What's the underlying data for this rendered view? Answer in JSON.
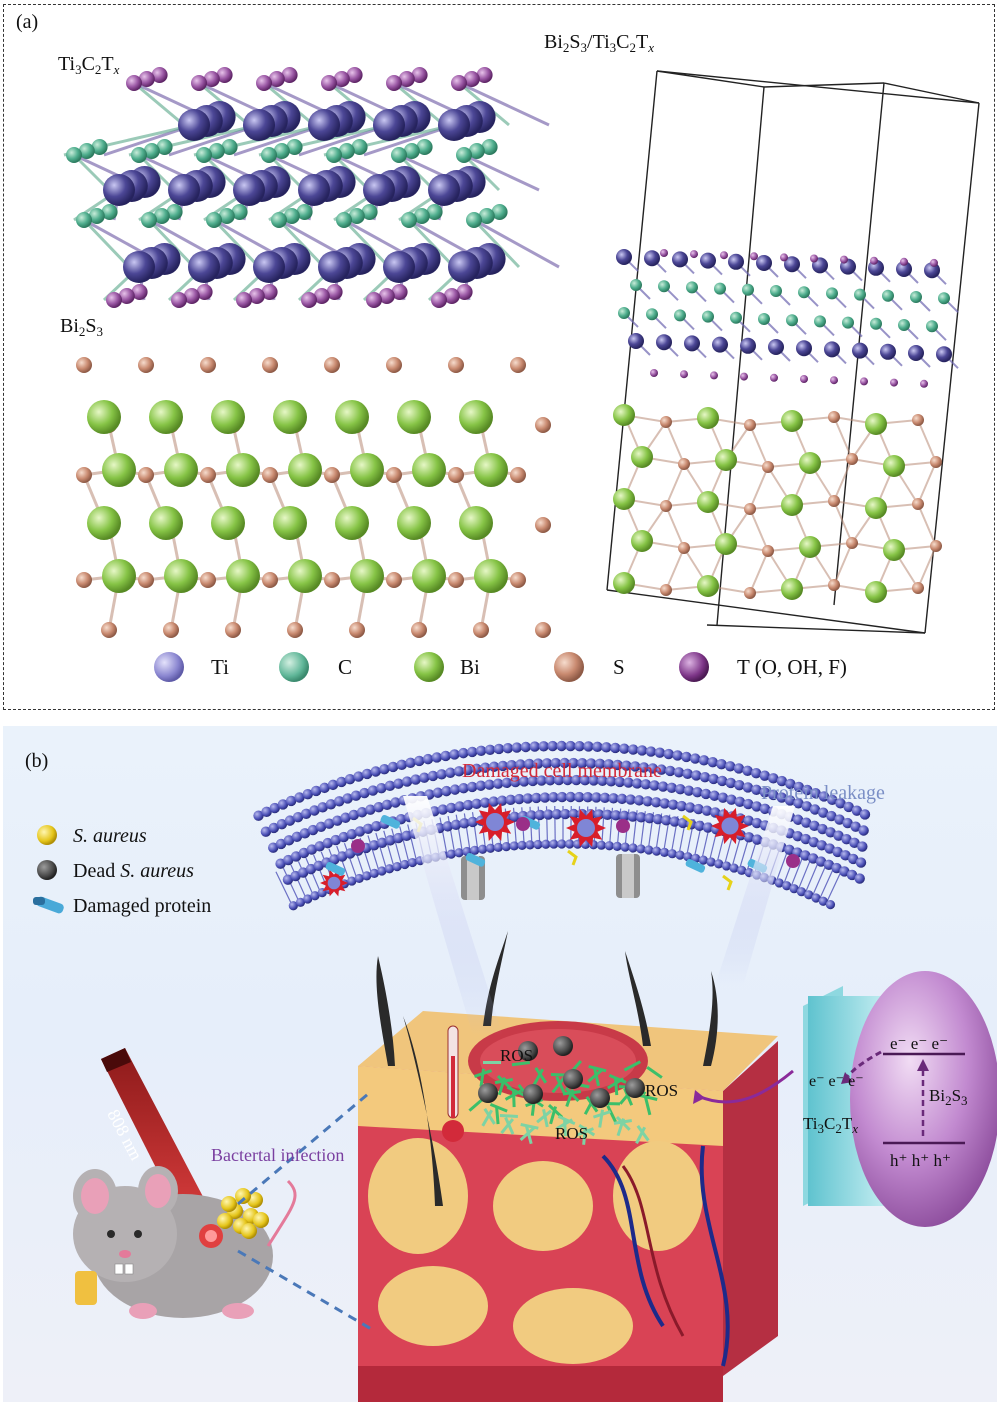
{
  "panel_a": {
    "label": "(a)",
    "structure_ti3c2tx": {
      "main": "Ti",
      "s1": "3",
      "m2": "C",
      "s2": "2",
      "m3": "T",
      "s3": "x"
    },
    "structure_bi2s3": {
      "main": "Bi",
      "s1": "2",
      "m2": "S",
      "s2": "3"
    },
    "structure_hetero": {
      "p1": "Bi",
      "s1": "2",
      "p2": "S",
      "s2": "3",
      "p3": "/Ti",
      "s3": "3",
      "p4": "C",
      "s4": "2",
      "p5": "T",
      "s5": "x"
    },
    "legend": [
      {
        "label": "Ti",
        "color": "#8a86d0"
      },
      {
        "label": "C",
        "color": "#4fae8e"
      },
      {
        "label": "Bi",
        "color": "#8ccd4c"
      },
      {
        "label": "S",
        "color": "#dca48c"
      },
      {
        "label": "T (O, OH, F)",
        "color": "#8d3f96"
      }
    ]
  },
  "panel_b": {
    "label": "(b)",
    "legend": [
      {
        "label": "S. aureus",
        "icon": "yellow-bacterium-icon"
      },
      {
        "label_prefix": "Dead ",
        "label_italic": "S. aureus",
        "icon": "gray-bacterium-icon"
      },
      {
        "label": "Damaged protein",
        "icon": "protein-icon"
      }
    ],
    "damaged_membrane": "Damaged cell membrane",
    "protein_leakage": "Protein leakage",
    "ros": [
      "ROS",
      "ROS",
      "ROS"
    ],
    "laser": "808 nm",
    "infection": "Bactertal infection",
    "electrons_top": "e⁻ e⁻ e⁻",
    "electrons_left": "e⁻ e⁻ e⁻",
    "holes": "h⁺ h⁺ h⁺",
    "bi2s3": {
      "main": "Bi",
      "s1": "2",
      "m2": "S",
      "s2": "3"
    },
    "ti3c2tx": {
      "main": "Ti",
      "s1": "3",
      "m2": "C",
      "s2": "2",
      "m3": "T",
      "s3": "x"
    }
  }
}
